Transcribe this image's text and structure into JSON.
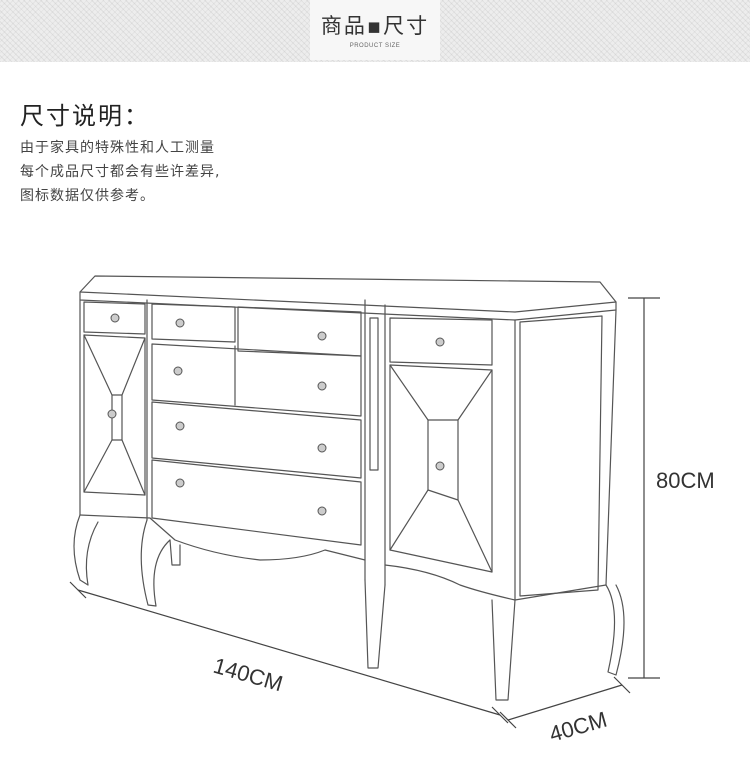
{
  "header": {
    "title": "商品▪尺寸",
    "subtitle": "PRODUCT SIZE"
  },
  "description": {
    "title": "尺寸说明：",
    "lines": [
      "由于家具的特殊性和人工测量",
      "每个成品尺寸都会有些许差异,",
      "图标数据仅供参考。"
    ]
  },
  "dimensions": {
    "height": "80CM",
    "length": "140CM",
    "depth": "40CM"
  }
}
